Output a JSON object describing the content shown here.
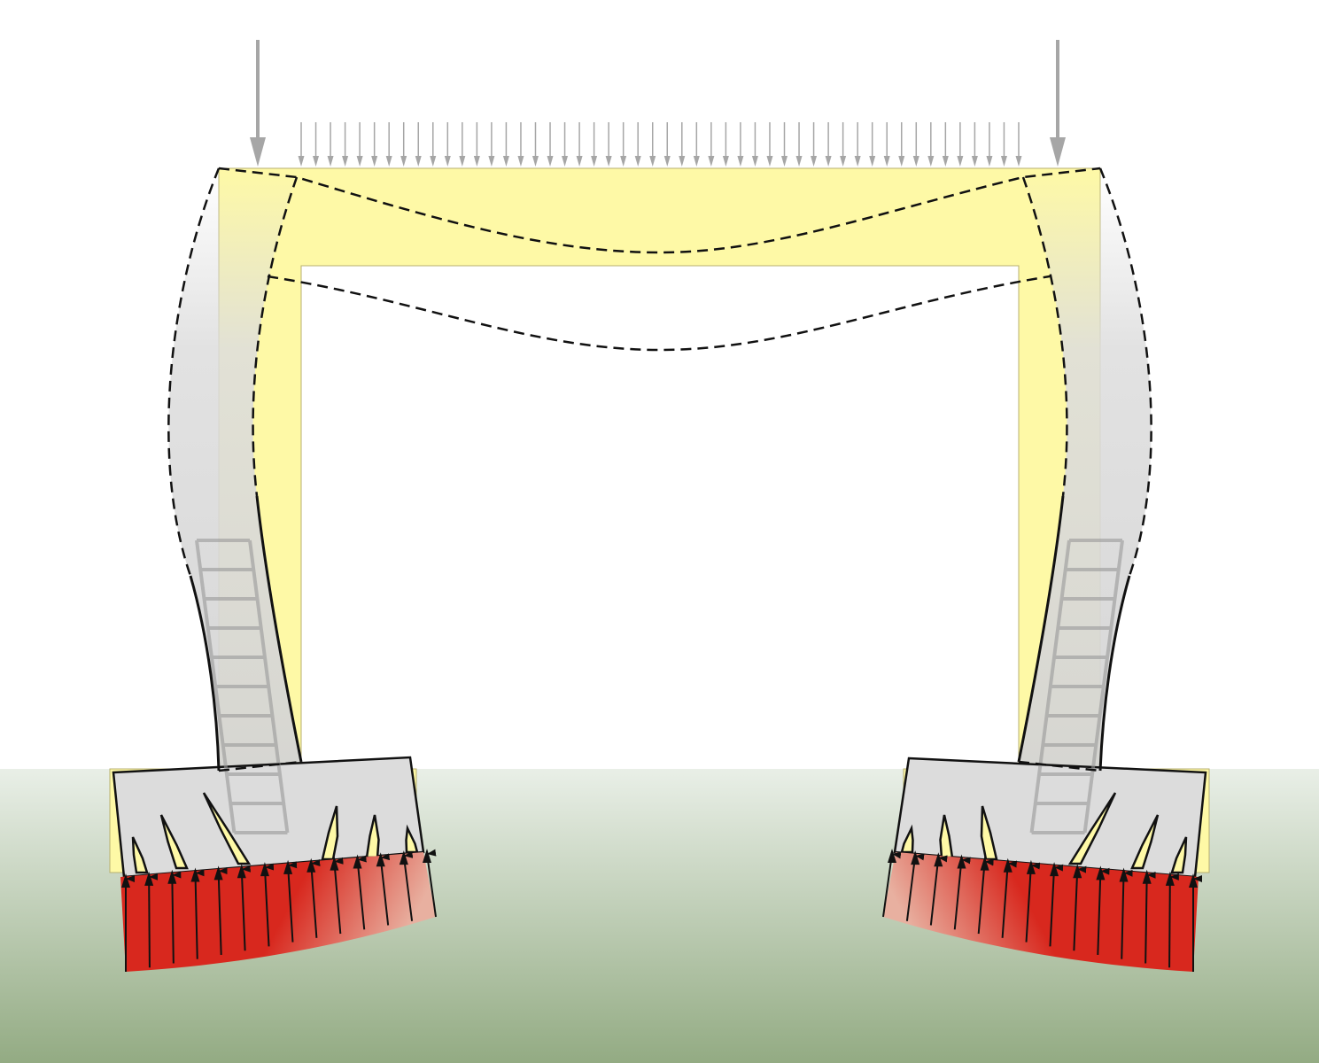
{
  "colors": {
    "frame_fill": "#fef9a6",
    "frame_stroke": "#b8b070",
    "ground_top": "#e9efe7",
    "ground_bottom": "#93ab83",
    "concrete": "#d9d9d9",
    "pressure_red": "#d8281e",
    "load_arrow": "#a6a6a6",
    "deformed_line": "#111111"
  },
  "loads": {
    "point_loads": 2,
    "distributed_load_arrows": 50
  },
  "soil_pressure": {
    "left_arrows": 14,
    "right_arrows": 14
  }
}
